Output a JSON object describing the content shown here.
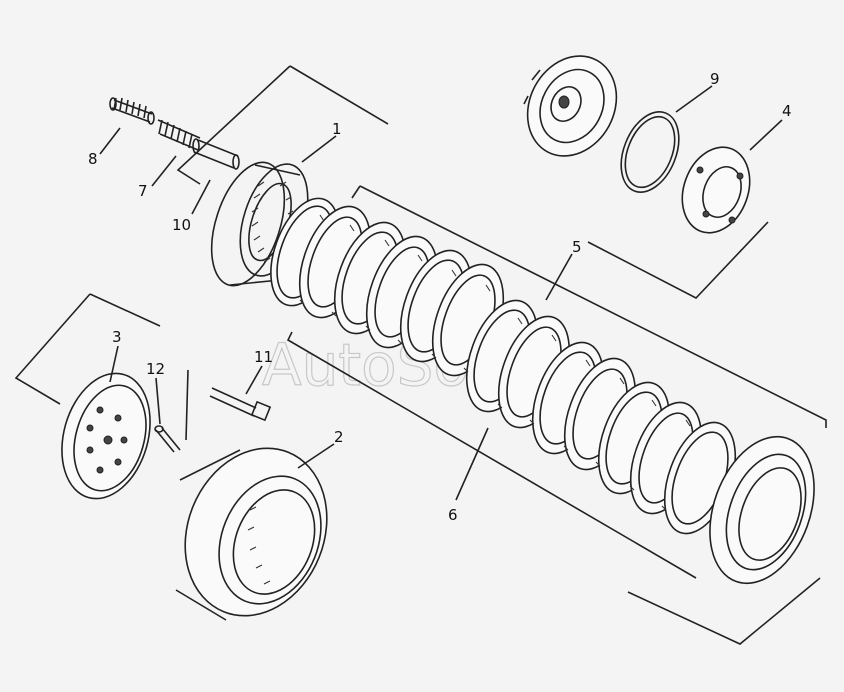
{
  "watermark": "AutoSoft",
  "callouts": {
    "c1": "1",
    "c2": "2",
    "c3": "3",
    "c4": "4",
    "c5": "5",
    "c6": "6",
    "c7": "7",
    "c8": "8",
    "c9": "9",
    "c10": "10",
    "c11": "11",
    "c12": "12"
  },
  "colors": {
    "ink": "#222222",
    "paper": "#f4f4f4",
    "watermark": "#c8c8c8"
  }
}
